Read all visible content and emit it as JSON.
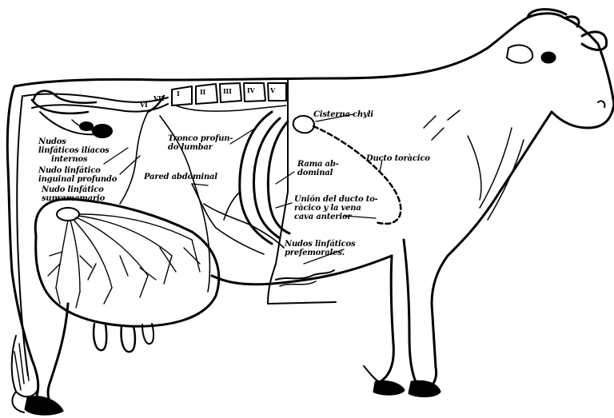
{
  "labels": {
    "cisterna": [
      "Cisterna chyli"
    ],
    "ducto": [
      "Ducto toràcico"
    ],
    "tronco": [
      "Tronco profun-",
      "do lumbar"
    ],
    "rama": [
      "Rama ab-",
      "dominal"
    ],
    "union": [
      "Unión del ducto to-",
      "ràcico y la vena",
      "cava anterior"
    ],
    "iliacos": [
      "Nudos",
      "linfáticos ilíacos",
      "internos"
    ],
    "inguinal": [
      "Nudo linfático",
      "inguinal profundo"
    ],
    "supramamario": [
      "Nudo linfático",
      "supramamario"
    ],
    "pared": [
      "Pared abdominal"
    ],
    "prefemorales": [
      "Nudos linfáticos",
      "prefemorales."
    ]
  },
  "vertebra_marks": [
    "I",
    "II",
    "III",
    "IV",
    "V",
    "VI",
    "VII"
  ]
}
